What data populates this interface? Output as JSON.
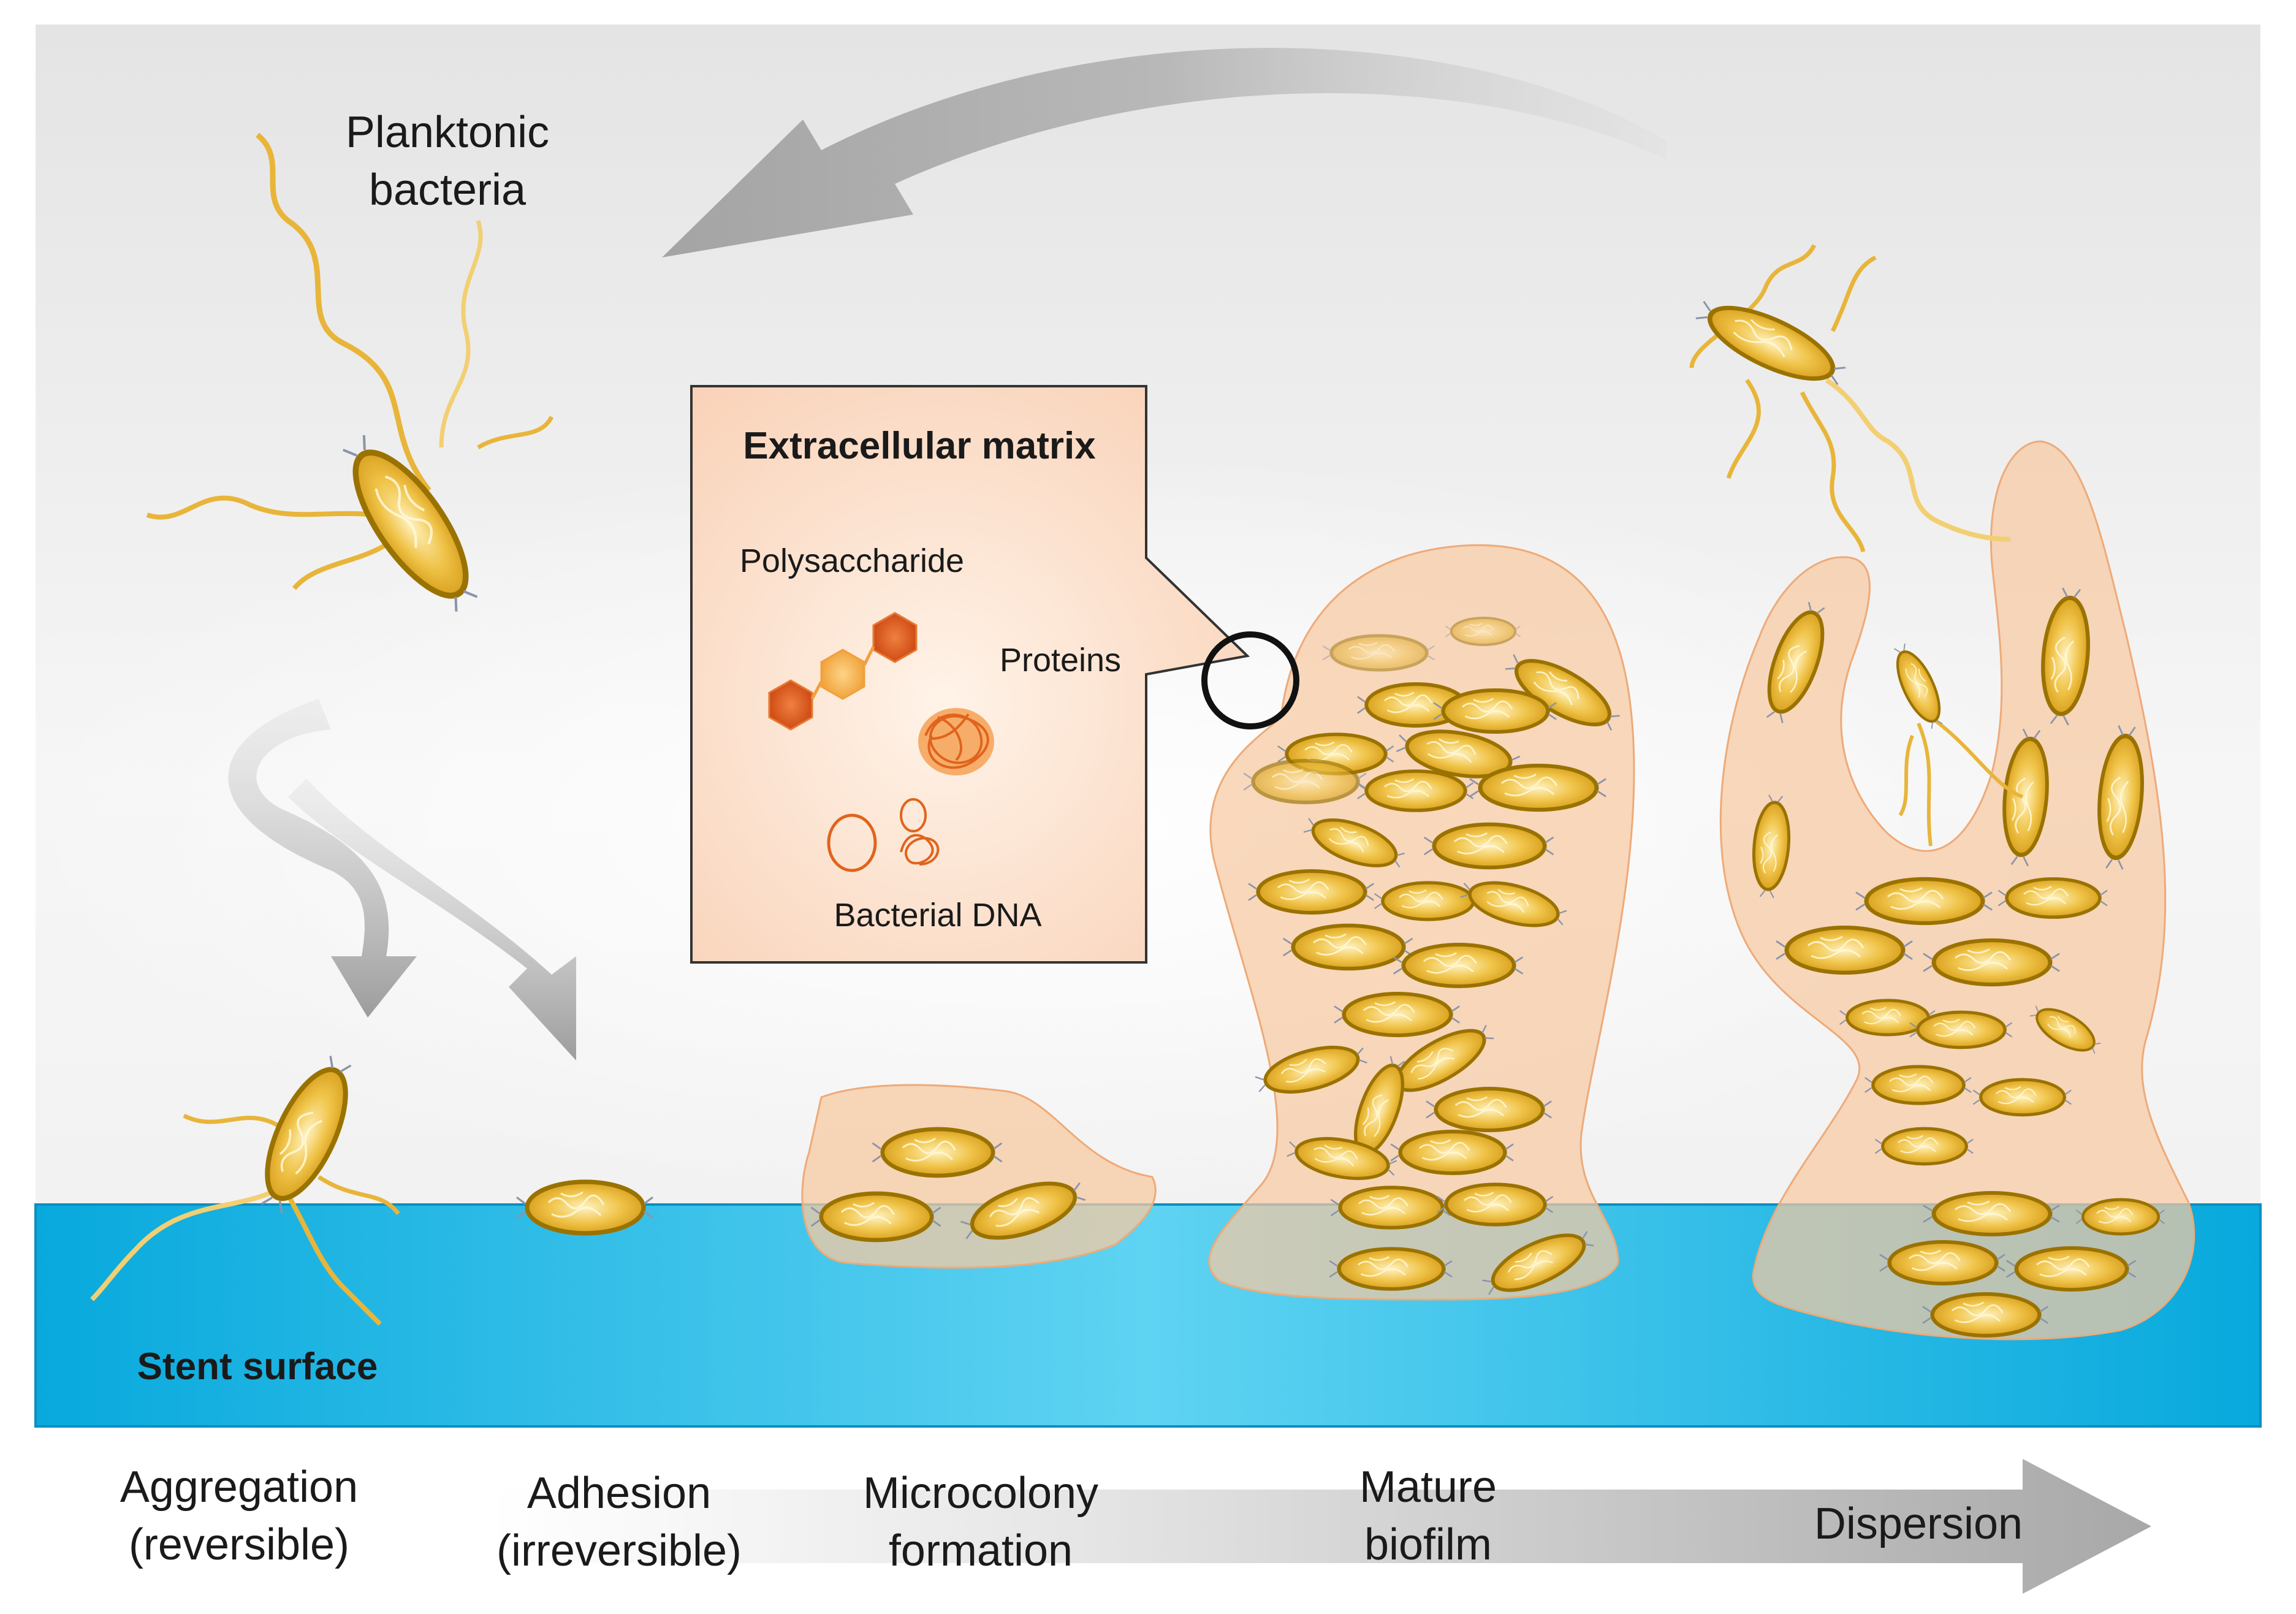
{
  "planktonic": {
    "line1": "Planktonic",
    "line2": "bacteria"
  },
  "matrix_box": {
    "title": "Extracellular matrix",
    "polysaccharide": "Polysaccharide",
    "proteins": "Proteins",
    "dna": "Bacterial DNA"
  },
  "surface_label": "Stent surface",
  "stages": [
    {
      "line1": "Aggregation",
      "line2": "(reversible)"
    },
    {
      "line1": "Adhesion",
      "line2": "(irreversible)"
    },
    {
      "line1": "Microcolony",
      "line2": "formation"
    },
    {
      "line1": "Mature",
      "line2": "biofilm"
    },
    {
      "line1": "Dispersion",
      "line2": ""
    }
  ],
  "colors": {
    "background": "#ececec",
    "surface": "#12b4e4",
    "bacteria": "#e2b02c",
    "bacteria_outline": "#9a7200",
    "matrix": "#f7c9a2",
    "arrow": "#a8a8a8",
    "hexagon_dark": "#d7551b",
    "hexagon_light": "#f3a63a"
  }
}
